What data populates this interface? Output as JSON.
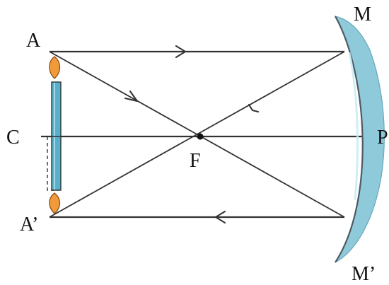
{
  "labels": {
    "A": "A",
    "A_prime": "A’",
    "C": "C",
    "F": "F",
    "M": "M",
    "M_prime": "M’",
    "P": "P"
  },
  "colors": {
    "line": "#333333",
    "mirror": "#8fcadb",
    "mirror_edge": "#4f5962",
    "candle": "#56b2ca",
    "flame": "#f09a3a"
  }
}
